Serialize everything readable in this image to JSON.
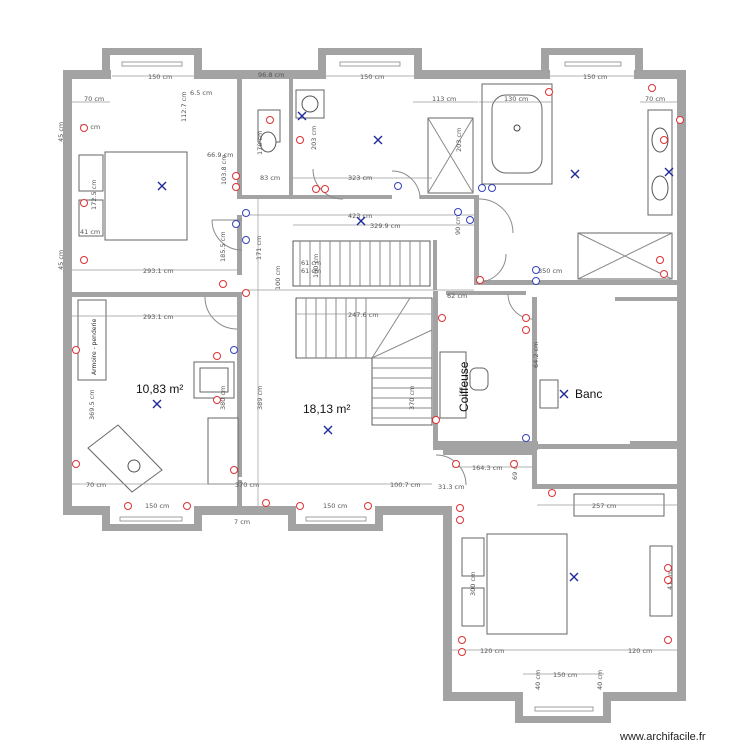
{
  "rooms": {
    "area_left": "10,83 m²",
    "area_center": "18,13 m²",
    "banc_label": "Banc",
    "coiffeuse_label": "Coiffeuse",
    "armoire_label": "Armoire - penderie"
  },
  "dimensions": {
    "top_left_150": "150 cm",
    "top_mid_150": "150 cm",
    "top_right_150": "150 cm",
    "d_70_tl": "70 cm",
    "d_70_tr": "70 cm",
    "d_113": "113 cm",
    "d_130": "130 cm",
    "d_96_8": "96.8 cm",
    "d_6_5": "6.5 cm",
    "d_112_7": "112.7 cm",
    "d_66_9": "66.9 cm",
    "d_103_8": "103.8 cm",
    "d_178": "178 cm",
    "d_83": "83 cm",
    "d_323": "323 cm",
    "d_203_a": "203 cm",
    "d_203_b": "203 cm",
    "d_45_a": "45 cm",
    "d_45_b": "45 cm",
    "d_51": "51 cm",
    "d_172_5": "172.5 cm",
    "d_41": "41 cm",
    "d_293_1_a": "293.1 cm",
    "d_293_1_b": "293.1 cm",
    "d_423": "423 cm",
    "d_329_9": "329.9 cm",
    "d_185_5": "185.5 cm",
    "d_171": "171 cm",
    "d_100": "100 cm",
    "d_90": "90 cm",
    "d_350": "350 cm",
    "d_62": "62 cm",
    "d_247_6": "247.6 cm",
    "d_64_2": "64.2 cm",
    "d_369_5": "369.5 cm",
    "d_389": "389 cm",
    "d_380": "380 cm",
    "d_370_a": "370 cm",
    "d_370_b": "370 cm",
    "d_70_bl": "70 cm",
    "d_150_bl": "150 cm",
    "d_150_bm": "150 cm",
    "d_100_7": "100.7 cm",
    "d_7": "7 cm",
    "d_164_3": "164.3 cm",
    "d_31_3": "31.3 cm",
    "d_69": "69 cm",
    "d_257": "257 cm",
    "d_300": "300 cm",
    "d_120_a": "120 cm",
    "d_120_b": "120 cm",
    "d_150_br": "150 cm",
    "d_40_a": "40 cm",
    "d_40_b": "40 cm",
    "d_41_b": "41 cm",
    "d_61_a": "61 cm",
    "d_61_b": "61 cm",
    "d_100_stair": "100 cm"
  },
  "credit": "www.archifacile.fr",
  "colors": {
    "wall": "#a3a3a3",
    "socket_red": "#d33333",
    "socket_blue": "#3344bb",
    "cross": "#1d2a9a"
  }
}
